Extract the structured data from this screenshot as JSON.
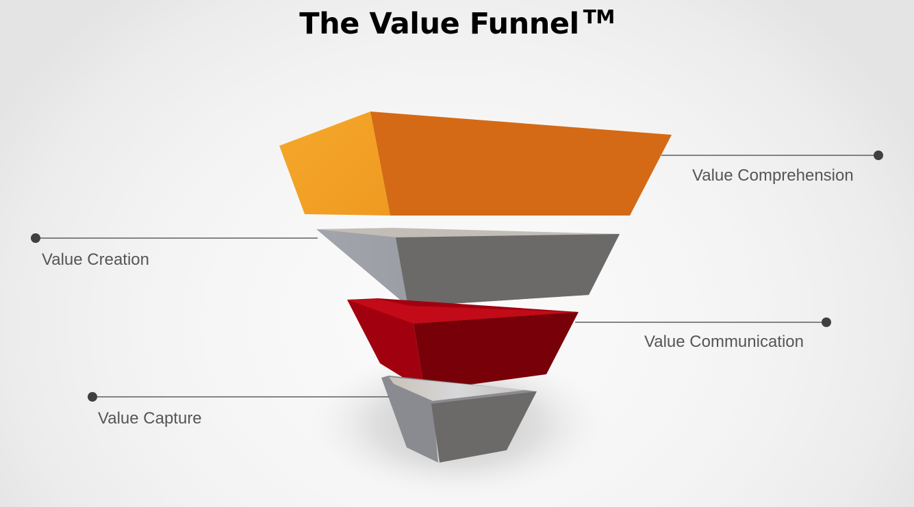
{
  "title": {
    "text": "The Value Funnel",
    "trademark": "TM"
  },
  "colors": {
    "orange_light": "#f2a024",
    "orange_dark": "#d46a15",
    "gray_light": "#8e9099",
    "gray_dark": "#6b6a68",
    "red_light": "#a1000f",
    "red_dark": "#780008",
    "connector": "#404040",
    "label_text": "#555555"
  },
  "stages": [
    {
      "order": 1,
      "label": "Value Comprehension",
      "color": "orange",
      "side": "right"
    },
    {
      "order": 2,
      "label": "Value Creation",
      "color": "gray",
      "side": "left"
    },
    {
      "order": 3,
      "label": "Value Communication",
      "color": "red",
      "side": "right"
    },
    {
      "order": 4,
      "label": "Value Capture",
      "color": "gray",
      "side": "left"
    }
  ]
}
